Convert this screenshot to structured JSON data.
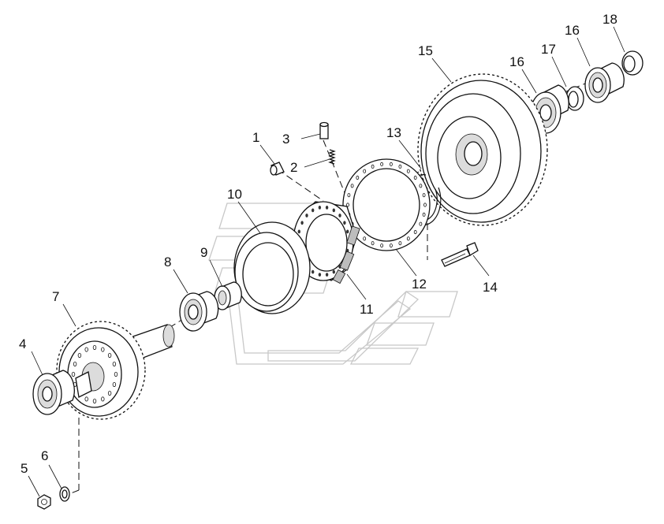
{
  "callouts": [
    {
      "id": "c1",
      "label": "1"
    },
    {
      "id": "c2",
      "label": "2"
    },
    {
      "id": "c3",
      "label": "3"
    },
    {
      "id": "c4",
      "label": "4"
    },
    {
      "id": "c5",
      "label": "5"
    },
    {
      "id": "c6",
      "label": "6"
    },
    {
      "id": "c7",
      "label": "7"
    },
    {
      "id": "c8",
      "label": "8"
    },
    {
      "id": "c9",
      "label": "9"
    },
    {
      "id": "c10",
      "label": "10"
    },
    {
      "id": "c11",
      "label": "11"
    },
    {
      "id": "c12",
      "label": "12"
    },
    {
      "id": "c13",
      "label": "13"
    },
    {
      "id": "c14",
      "label": "14"
    },
    {
      "id": "c15",
      "label": "15"
    },
    {
      "id": "c16a",
      "label": "16"
    },
    {
      "id": "c16b",
      "label": "16"
    },
    {
      "id": "c17",
      "label": "17"
    },
    {
      "id": "c18",
      "label": "18"
    }
  ],
  "colors": {
    "line": "#111111",
    "watermark": "#c8c8c8",
    "background": "#ffffff"
  }
}
